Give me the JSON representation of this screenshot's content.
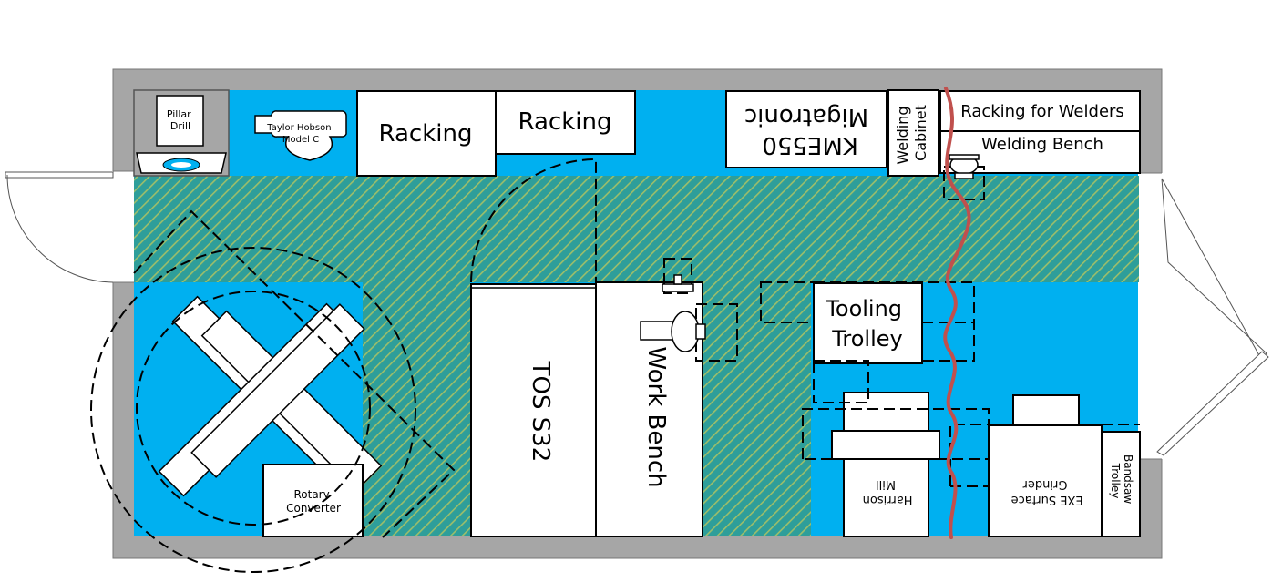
{
  "labels": {
    "pillar_drill": [
      "Pillar",
      "Drill"
    ],
    "taylor_hobson": [
      "Taylor Hobson",
      "Model C"
    ],
    "racking_1": "Racking",
    "racking_2": "Racking",
    "migatronic": [
      "KME550",
      "Migatronic"
    ],
    "welding_cabinet": [
      "Welding",
      "Cabinet"
    ],
    "racking_welders": "Racking for Welders",
    "welding_bench": "Welding Bench",
    "rotary_converter": [
      "Rotary",
      "Converter"
    ],
    "tos_s32": "TOS S32",
    "work_bench": "Work Bench",
    "tooling_trolley": [
      "Tooling",
      "Trolley"
    ],
    "harrison_mill": [
      "Harrison",
      "Mill"
    ],
    "exe_grinder": [
      "EXE Surface",
      "Grinder"
    ],
    "bandsaw_trolley": [
      "Bandsaw",
      "Trolley"
    ]
  },
  "colors": {
    "floor": "#00b0f0",
    "walkway": "#2e9e9a",
    "walkway_hatch": "#9dbe6a",
    "wall": "#a6a6a6",
    "cable": "#c0504d"
  }
}
